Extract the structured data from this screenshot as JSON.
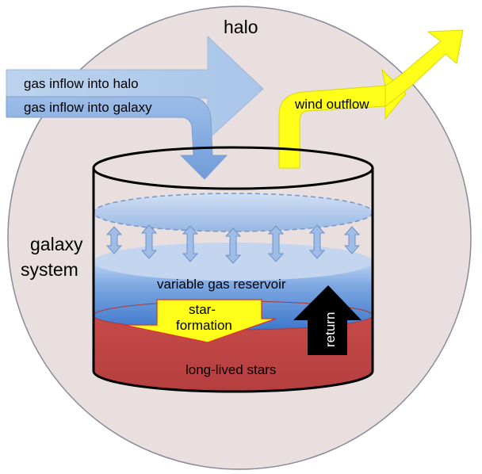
{
  "labels": {
    "halo": "halo",
    "gas_inflow_halo": "gas inflow into halo",
    "gas_inflow_galaxy": "gas inflow into galaxy",
    "wind_outflow": "wind outflow",
    "galaxy_line1": "galaxy",
    "galaxy_line2": "system",
    "reservoir": "variable gas reservoir",
    "star_formation_line1": "star-",
    "star_formation_line2": "formation",
    "return": "return",
    "stars": "long-lived stars"
  },
  "colors": {
    "halo_fill": "#eadfdf",
    "halo_stroke": "#8a8a9a",
    "inflow_halo": "#b8d0ec",
    "inflow_galaxy": "#7fa9de",
    "wind": "#ffff1a",
    "gas": "#4e86d6",
    "gas_light": "#bcd4f2",
    "stars": "#c14444",
    "return_arrow": "#000000",
    "star_arrow": "#ffff1a"
  }
}
